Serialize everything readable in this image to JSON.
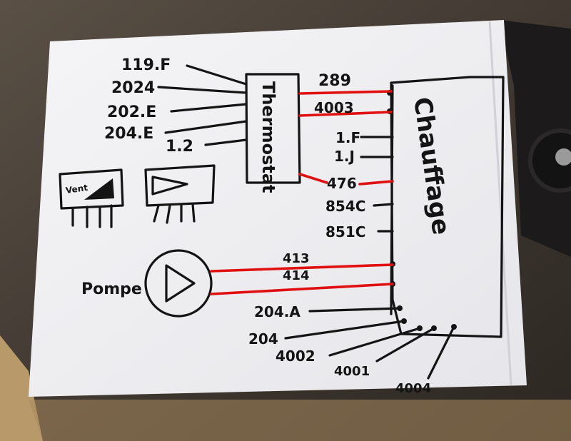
{
  "thermostat_label": "Thermostat",
  "chauffage_label": "Chauffage",
  "pump_label": "Pompe",
  "vent_label": "Vent",
  "left_wires": [
    "119.F",
    "2024",
    "202.E",
    "204.E",
    "1.2"
  ],
  "red_wires_top": [
    "289",
    "4003"
  ],
  "mid_wires": [
    "1.F",
    "1.J"
  ],
  "red_wire_mid": "476",
  "lower_wires": [
    "854C",
    "851C"
  ],
  "pump_wires": [
    "413",
    "414"
  ],
  "bottom_wires": [
    "204.A",
    "204",
    "4002",
    "4001",
    "4004"
  ],
  "colors": {
    "paper": "#f2f2f4",
    "ink": "#141414",
    "red_wire": "#e01010",
    "background": "#4a4238"
  }
}
